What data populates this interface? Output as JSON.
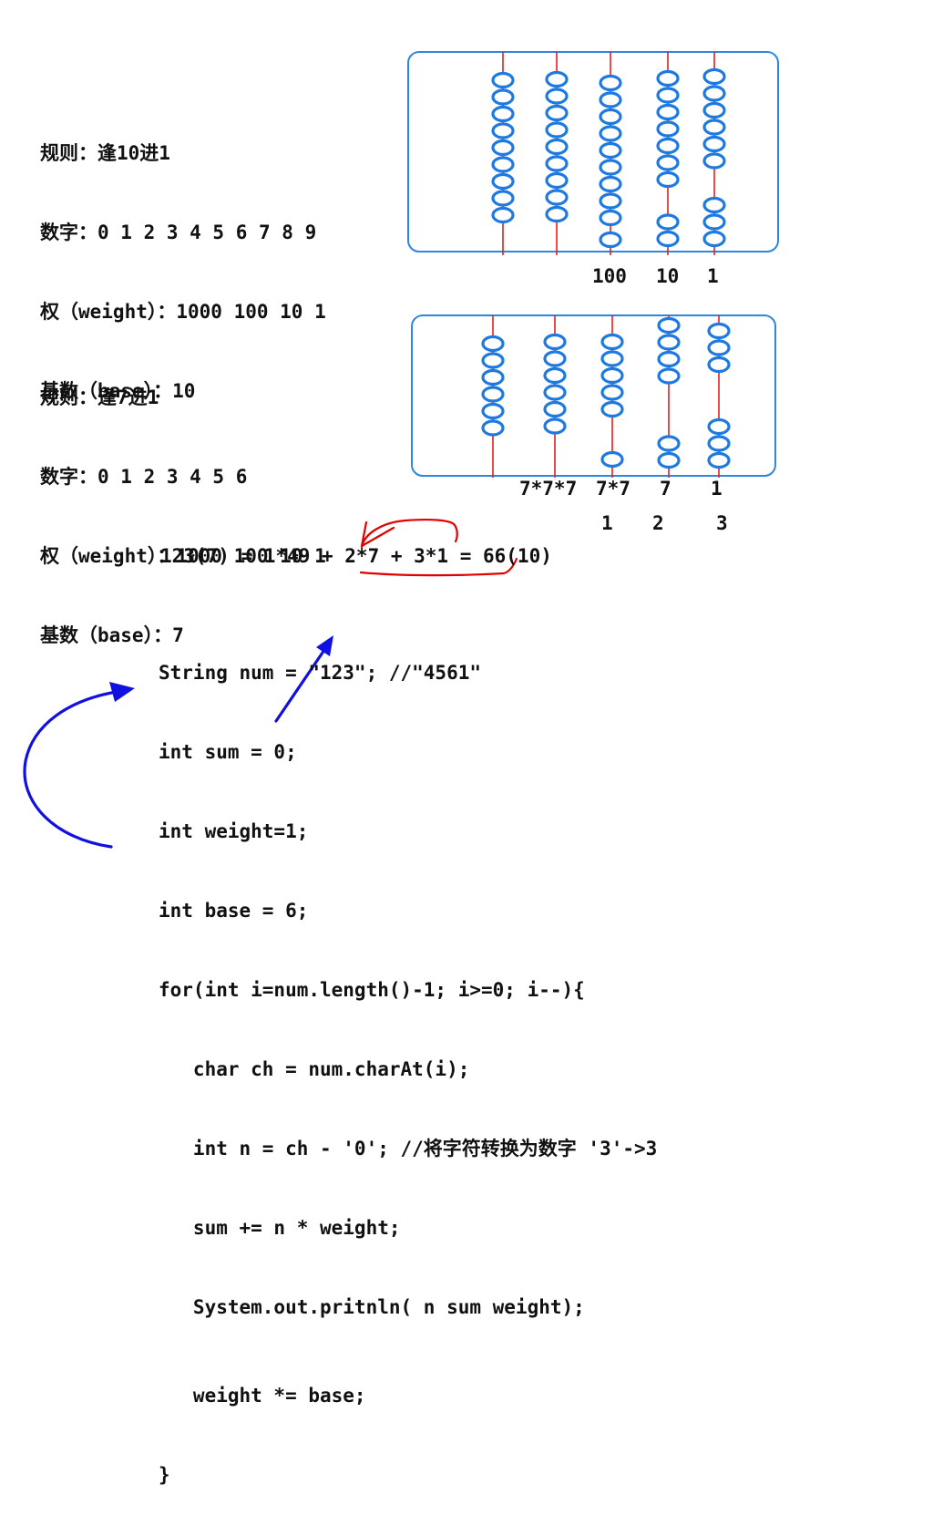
{
  "base10": {
    "rule": "规则：逢10进1",
    "digits": "数字：0 1 2 3 4 5 6 7 8 9",
    "weight": "权（weight）：1000 100 10 1",
    "base": "基数（base）：10",
    "place_labels": [
      "100",
      "10",
      "1"
    ],
    "bead_counts": {
      "upper": [
        9,
        9,
        9,
        7,
        6
      ],
      "lower": [
        0,
        0,
        1,
        2,
        3
      ]
    }
  },
  "base7": {
    "rule": "规则：逢7进1",
    "digits": "数字：0 1 2 3 4 5 6",
    "weight": "权（weight）：1000 100 10 1",
    "base": "基数（base）：7",
    "place_labels": [
      "7*7*7",
      "7*7",
      "7",
      "1"
    ],
    "digit_labels": [
      "1",
      "2",
      "3"
    ],
    "bead_counts": {
      "upper": [
        6,
        6,
        5,
        4,
        3
      ],
      "lower": [
        0,
        0,
        1,
        2,
        3
      ]
    }
  },
  "equation": "123(7) = 1*49 + 2*7 + 3*1 = 66(10)",
  "code_lines": [
    "String num = \"123\"; //\"4561\"",
    "int sum = 0;",
    "int weight=1;",
    "int base = 6;",
    "for(int i=num.length()-1; i>=0; i--){",
    "   char ch = num.charAt(i);",
    "   int n = ch - '0'; //将字符转换为数字 '3'->3",
    "   sum += n * weight;",
    "   System.out.pritnln( n sum weight);",
    "   weight *= base;",
    "}"
  ],
  "colors": {
    "frame": "#2f86e0",
    "rod": "#e02020",
    "bead_fill": "#ffffff",
    "bead_stroke": "#1e7ae0",
    "annotation_red": "#e00000",
    "annotation_blue": "#1010e0"
  }
}
